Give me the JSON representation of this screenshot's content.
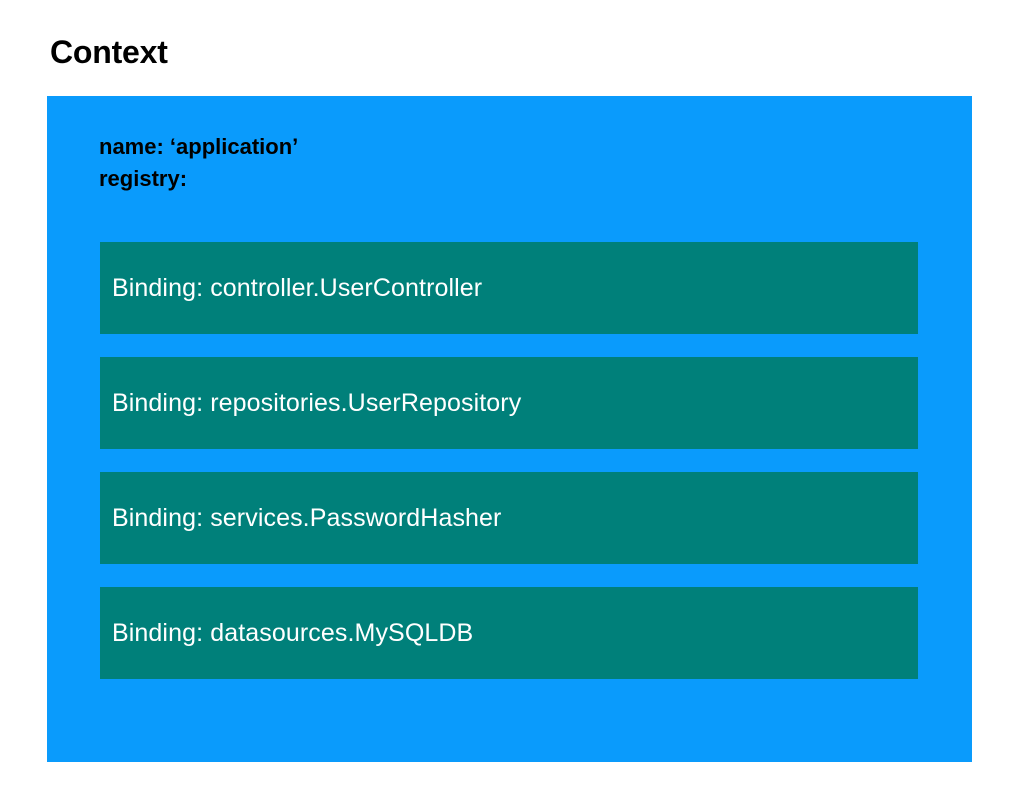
{
  "page": {
    "title": "Context",
    "background_color": "#ffffff"
  },
  "context_box": {
    "background_color": "#0A9BFC",
    "header": {
      "name_line": "name: ‘application’",
      "registry_line": "registry:"
    },
    "registry": {
      "row_color": "#00807A",
      "row_text_color": "#ffffff",
      "bindings": [
        {
          "label": "Binding: controller.UserController"
        },
        {
          "label": "Binding: repositories.UserRepository"
        },
        {
          "label": "Binding: services.PasswordHasher"
        },
        {
          "label": "Binding: datasources.MySQLDB"
        }
      ]
    }
  }
}
